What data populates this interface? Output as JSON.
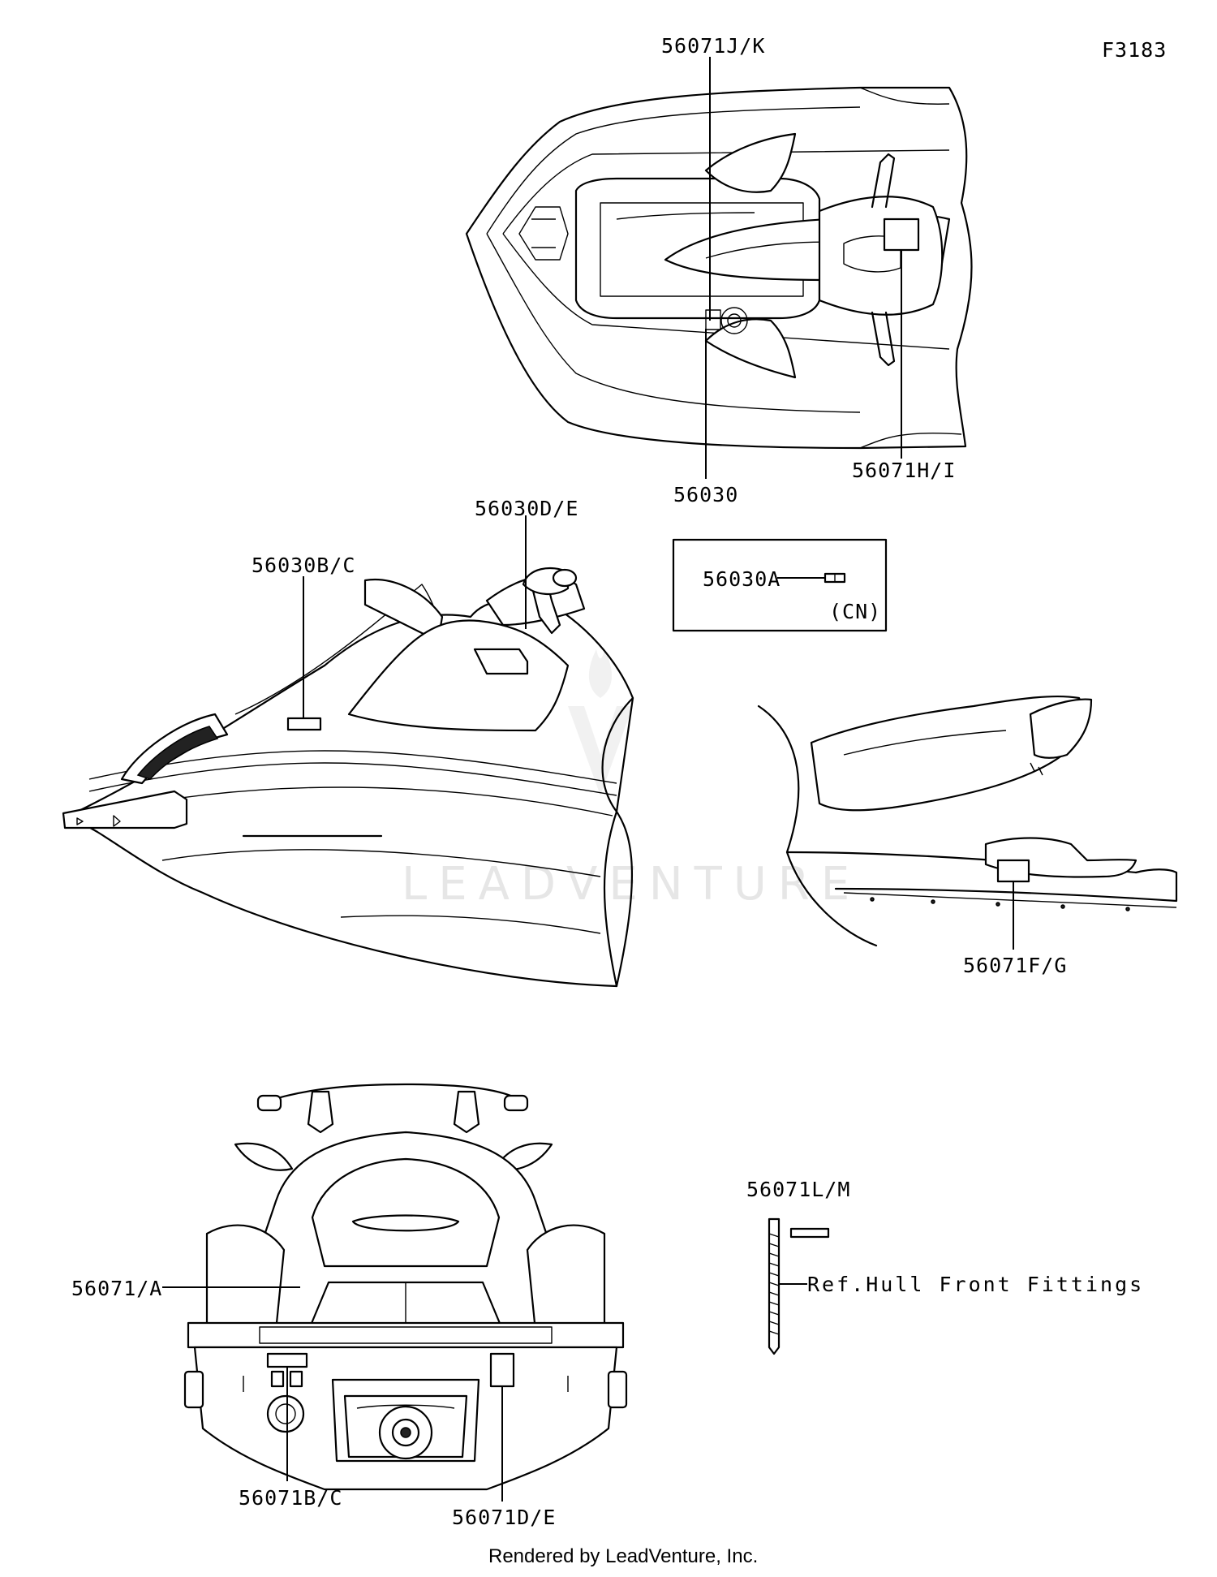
{
  "diagram": {
    "figure_code": "F3183",
    "footer": "Rendered by LeadVenture, Inc.",
    "watermark": "LEADVENTURE",
    "labels": {
      "top_hood_label": "56071J/K",
      "top_seat_label": "56030",
      "top_handlebar_label": "56071H/I",
      "side_glovebox_label": "56030D/E",
      "side_bow_label": "56030B/C",
      "inset_label": "56030A",
      "inset_region": "(CN)",
      "rear_side_label": "56071F/G",
      "front_deck_label": "56071/A",
      "front_left_label": "56071B/C",
      "front_right_label": "56071D/E",
      "parts_label": "56071L/M",
      "parts_reference": "Ref.Hull Front Fittings"
    }
  }
}
